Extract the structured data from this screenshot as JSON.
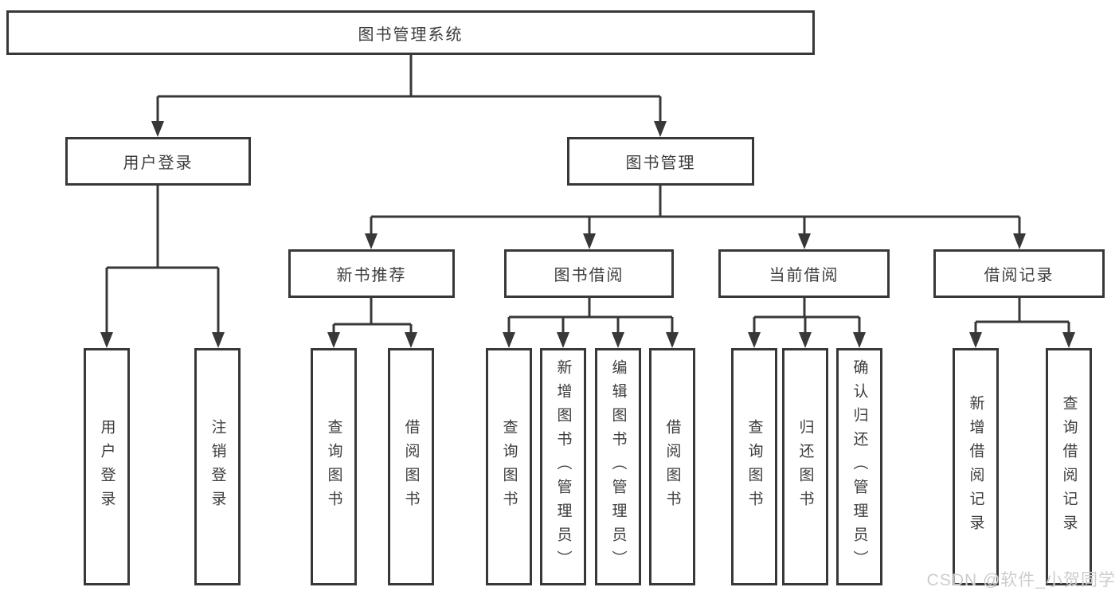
{
  "tree": {
    "root": {
      "label": "图书管理系统",
      "children": [
        {
          "label": "用户登录",
          "children": [
            {
              "label": "用户登录"
            },
            {
              "label": "注销登录"
            }
          ]
        },
        {
          "label": "图书管理",
          "children": [
            {
              "label": "新书推荐",
              "children": [
                {
                  "label": "查询图书"
                },
                {
                  "label": "借阅图书"
                }
              ]
            },
            {
              "label": "图书借阅",
              "children": [
                {
                  "label": "查询图书"
                },
                {
                  "label": "新增图书（管理员）"
                },
                {
                  "label": "编辑图书（管理员）"
                },
                {
                  "label": "借阅图书"
                }
              ]
            },
            {
              "label": "当前借阅",
              "children": [
                {
                  "label": "查询图书"
                },
                {
                  "label": "归还图书"
                },
                {
                  "label": "确认归还（管理员）"
                }
              ]
            },
            {
              "label": "借阅记录",
              "children": [
                {
                  "label": "新增借阅记录"
                },
                {
                  "label": "查询借阅记录"
                }
              ]
            }
          ]
        }
      ]
    }
  },
  "watermark": {
    "text": "CSDN @软件_小贺同学"
  },
  "colors": {
    "line": "#383838",
    "box_border": "#383838",
    "box_background": "#ffffff",
    "text": "#3d3d3d",
    "watermark": "#cdcdcd"
  }
}
